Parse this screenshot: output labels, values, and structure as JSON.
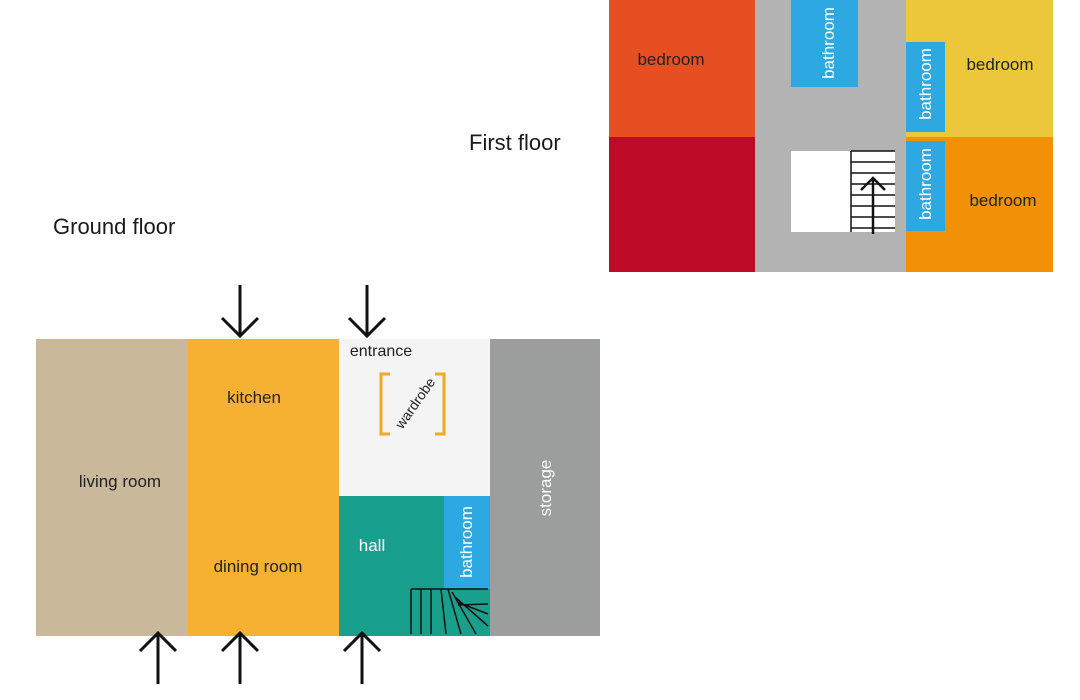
{
  "titles": {
    "first_floor": "First floor",
    "ground_floor": "Ground floor"
  },
  "first_floor": {
    "bedroom_red_orange": "bedroom",
    "bathroom_top": "bathroom",
    "bathroom_right_upper": "bathroom",
    "bedroom_yellow": "bedroom",
    "bathroom_right_lower": "bathroom",
    "bedroom_orange": "bedroom"
  },
  "ground_floor": {
    "living_room": "living room",
    "kitchen": "kitchen",
    "dining_room": "dining room",
    "entrance": "entrance",
    "wardrobe": "wardrobe",
    "hall": "hall",
    "bathroom": "bathroom",
    "storage": "storage"
  },
  "colors": {
    "bedroom_red_orange": "#e64f22",
    "bedroom_crimson": "#bd0a26",
    "corridor_gray": "#b3b3b3",
    "bathroom_blue": "#2ea8e0",
    "bedroom_yellow": "#ecc73a",
    "bedroom_orange": "#f29106",
    "living_beige": "#c9b99a",
    "kitchen_orange": "#f6b133",
    "entrance_white": "#f4f4f4",
    "hall_teal": "#18a08d",
    "storage_gray": "#9c9d9d",
    "wardrobe_outline": "#f0a928"
  },
  "icons": [
    "arrow-down-icon",
    "arrow-up-icon",
    "staircase-icon"
  ]
}
